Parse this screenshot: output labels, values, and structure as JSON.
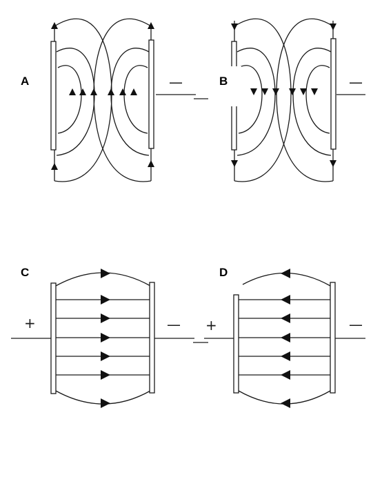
{
  "panels": [
    {
      "label": "A",
      "pos_sign": "",
      "neg_sign": "—"
    },
    {
      "label": "B",
      "pos_sign": "",
      "neg_sign": "—"
    },
    {
      "label": "C",
      "pos_sign": "+",
      "neg_sign": "—"
    },
    {
      "label": "D",
      "pos_sign": "+",
      "neg_sign": "—"
    }
  ]
}
